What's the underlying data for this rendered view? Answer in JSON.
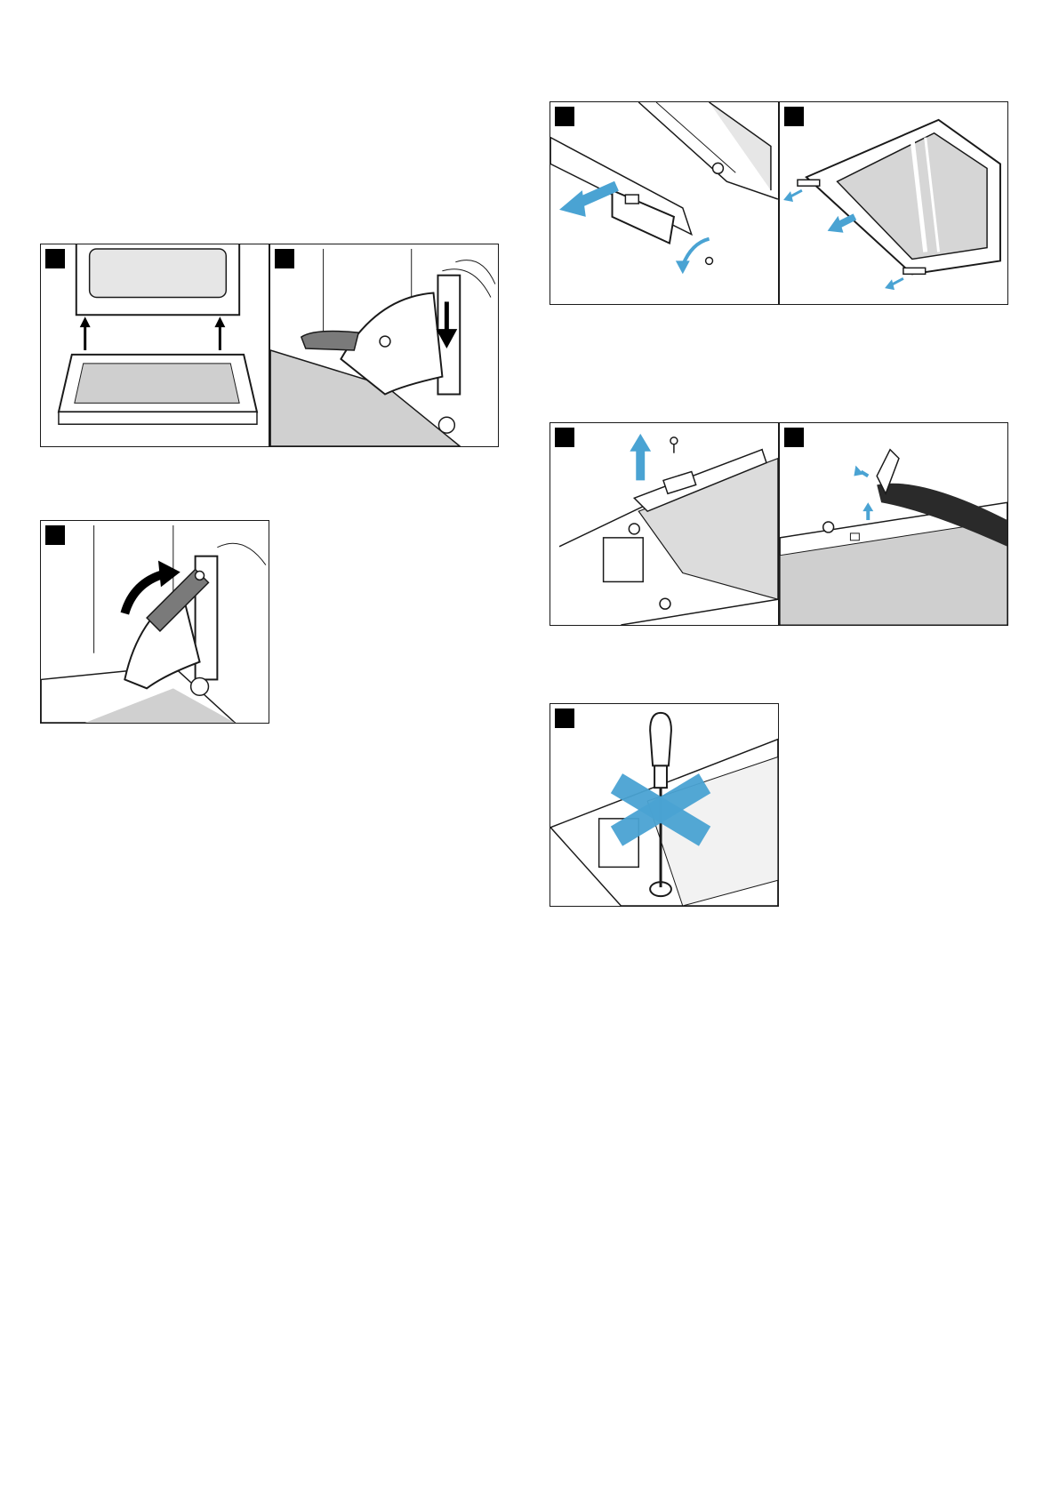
{
  "page": {
    "background": "#ffffff",
    "accent_color": "#4aa3d3",
    "line_color": "#1a1a1a",
    "fill_gray": "#d0d0d0"
  },
  "figures": [
    {
      "id": "door-lift-off",
      "icon": "oven-door-lift-arrows-icon",
      "marker": "step-marker"
    },
    {
      "id": "hinge-lock-down",
      "icon": "hinge-lever-down-arrow-icon",
      "marker": "step-marker"
    },
    {
      "id": "hinge-lever-up",
      "icon": "hinge-lever-up-arrow-icon",
      "marker": "step-marker"
    },
    {
      "id": "cover-strip-screw",
      "icon": "cover-strip-remove-screw-icon",
      "marker": "step-marker"
    },
    {
      "id": "glass-pane-remove",
      "icon": "glass-pane-slide-out-icon",
      "marker": "step-marker"
    },
    {
      "id": "hinge-plate-screw",
      "icon": "hinge-plate-unscrew-icon",
      "marker": "step-marker"
    },
    {
      "id": "seal-pull-out",
      "icon": "door-seal-pull-out-icon",
      "marker": "step-marker"
    },
    {
      "id": "no-screwdriver",
      "icon": "do-not-unscrew-cross-icon",
      "marker": "step-marker"
    }
  ]
}
